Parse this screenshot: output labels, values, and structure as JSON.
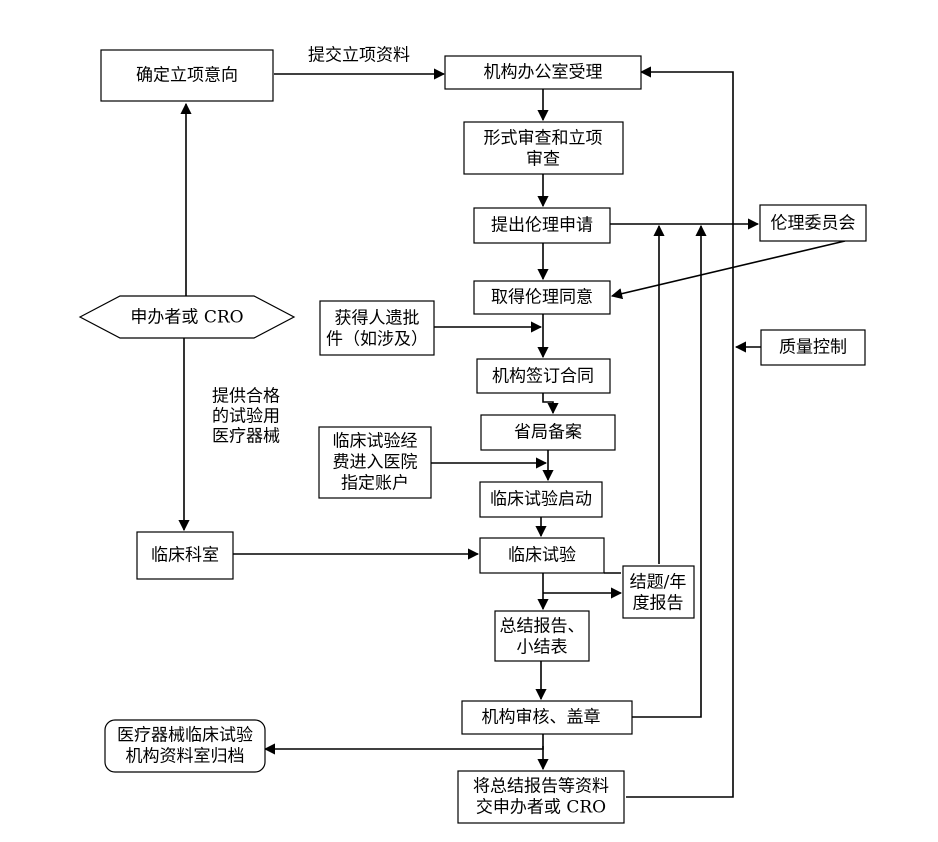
{
  "nodes": {
    "confirm_intent": "确定立项意向",
    "office_accept": "机构办公室受理",
    "formal_review_1": "形式审查和立项",
    "formal_review_2": "审查",
    "ethics_apply": "提出伦理申请",
    "ethics_committee": "伦理委员会",
    "ethics_approval": "取得伦理同意",
    "genetic_1": "获得人遗批",
    "genetic_2": "件（如涉及）",
    "sign_contract": "机构签订合同",
    "quality_control": "质量控制",
    "sponsor_cro": "申办者或 CRO",
    "provide_1": "提供合格",
    "provide_2": "的试验用",
    "provide_3": "医疗器械",
    "provincial_filing": "省局备案",
    "funds_1": "临床试验经",
    "funds_2": "费进入医院",
    "funds_3": "指定账户",
    "trial_start": "临床试验启动",
    "clinical_dept": "临床科室",
    "clinical_trial": "临床试验",
    "conclusion_1": "结题/年",
    "conclusion_2": "度报告",
    "summary_1": "总结报告、",
    "summary_2": "小结表",
    "review_seal": "机构审核、盖章",
    "archive_1": "医疗器械临床试验",
    "archive_2": "机构资料室归档",
    "deliver_1": "将总结报告等资料",
    "deliver_2": "交申办者或 CRO"
  },
  "edge_labels": {
    "submit_materials": "提交立项资料"
  }
}
